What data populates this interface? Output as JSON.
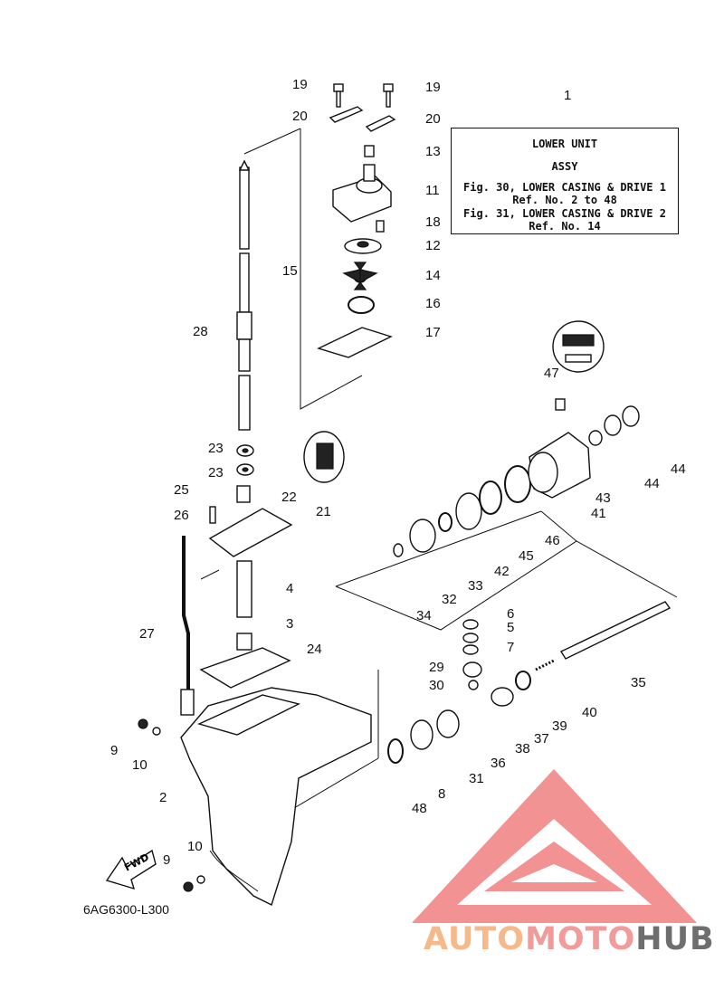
{
  "info_box": {
    "line1": "LOWER UNIT",
    "line2": "ASSY",
    "line3": "Fig. 30, LOWER CASING & DRIVE 1",
    "line4": "Ref. No. 2 to 48",
    "line5": "Fig. 31, LOWER CASING & DRIVE 2",
    "line6": "Ref. No. 14"
  },
  "diagram_code": "6AG6300-L300",
  "fwd_label": "FWD",
  "watermark": {
    "part1": "AUTO",
    "part2": "MOTO",
    "part3": "HUB"
  },
  "callouts": [
    "1",
    "2",
    "3",
    "4",
    "5",
    "6",
    "7",
    "8",
    "9",
    "9",
    "10",
    "10",
    "11",
    "12",
    "13",
    "14",
    "15",
    "16",
    "17",
    "18",
    "19",
    "19",
    "20",
    "20",
    "21",
    "22",
    "23",
    "23",
    "24",
    "25",
    "26",
    "27",
    "28",
    "29",
    "30",
    "31",
    "32",
    "33",
    "34",
    "35",
    "36",
    "37",
    "38",
    "39",
    "40",
    "41",
    "42",
    "43",
    "44",
    "44",
    "45",
    "46",
    "47",
    "48"
  ],
  "colors": {
    "watermark_red": "#f08080",
    "watermark_orange": "#f6b98a",
    "watermark_gray": "#6e6e6e",
    "line": "#111111"
  }
}
